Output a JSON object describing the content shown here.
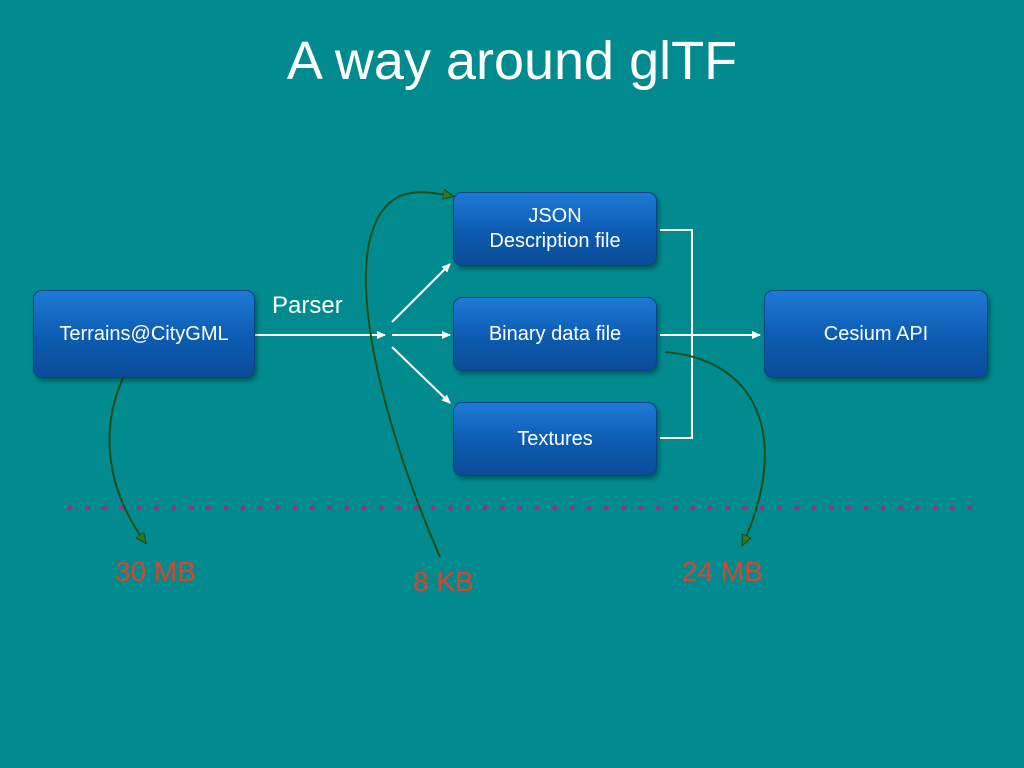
{
  "slide": {
    "title": "A way around glTF"
  },
  "diagram": {
    "source_box": "Terrains@CityGML",
    "parser_label": "Parser",
    "json_box_line1": "JSON",
    "json_box_line2": "Description file",
    "binary_box": "Binary data file",
    "textures_box": "Textures",
    "target_box": "Cesium API"
  },
  "sizes": {
    "source_size": "30 MB",
    "json_size": "8 KB",
    "binary_size": "24 MB"
  },
  "colors": {
    "background": "#028b8e",
    "box": "#0c5bb0",
    "size_text": "#d9452a",
    "curve": "#1f4f1a",
    "dots": "#9b2e8c"
  }
}
